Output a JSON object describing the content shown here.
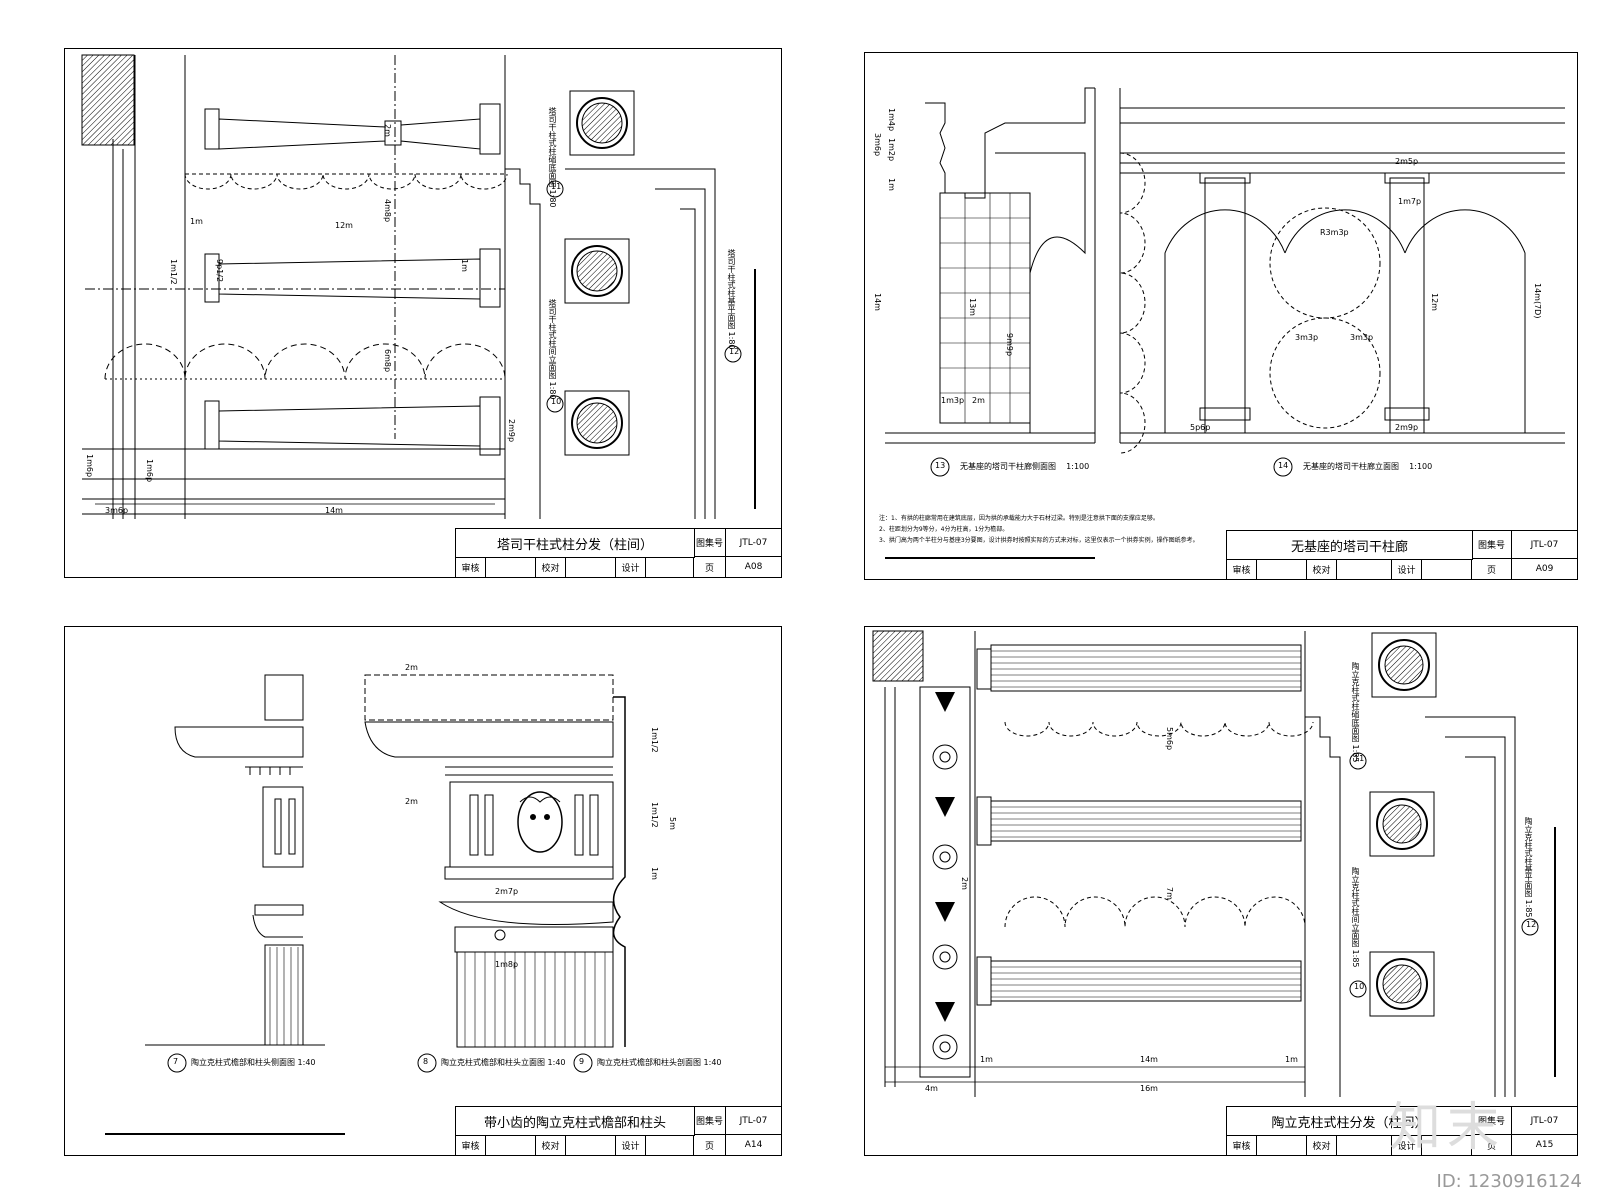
{
  "sheets": [
    {
      "title": "塔司干柱式柱分发（柱间）",
      "atlas_label": "图集号",
      "atlas_no": "JTL-07",
      "review": "审核",
      "check": "校对",
      "design": "设计",
      "page_label": "页",
      "page_no": "A08",
      "views": [
        {
          "num": "11",
          "label": "塔司干柱式柱础底面图",
          "scale": "1:80"
        },
        {
          "num": "10",
          "label": "塔司干柱式柱间立面图",
          "scale": "1:80"
        },
        {
          "num": "12",
          "label": "塔司干柱式柱基平面图",
          "scale": "1:80"
        }
      ],
      "dims": [
        "2m",
        "4m8p",
        "12m",
        "6m8p",
        "1m",
        "1m",
        "1m1/2",
        "9p1/2",
        "3m6p",
        "14m",
        "1m6p",
        "1m6p",
        "2m9p"
      ]
    },
    {
      "title": "无基座的塔司干柱廊",
      "atlas_label": "图集号",
      "atlas_no": "JTL-07",
      "review": "审核",
      "check": "校对",
      "design": "设计",
      "page_label": "页",
      "page_no": "A09",
      "views": [
        {
          "num": "13",
          "label": "无基座的塔司干柱廊侧面图",
          "scale": "1:100"
        },
        {
          "num": "14",
          "label": "无基座的塔司干柱廊立面图",
          "scale": "1:100"
        }
      ],
      "dims": [
        "3m6p",
        "1m4p",
        "1m2p",
        "1m",
        "14m",
        "13m",
        "9m9p",
        "1m3p",
        "2m",
        "2m5p",
        "1m7p",
        "R3m3p",
        "3m3p",
        "3m3p",
        "12m",
        "14m(7D)",
        "2m9p",
        "5p6p"
      ],
      "notes": [
        "注：1、有拱的柱廊常用在建筑底层，因为拱的承载能力大于石材过梁。特别是注意拱下面的支撑应足够。",
        "2、柱距划分为9等分，4分为柱高，1分为檐部。",
        "3、拱门高为两个半柱分与基座3分要图，设计拱券时按照实际的方式来对标，这里仅表示一个拱券实例，操作图纸参考。"
      ]
    },
    {
      "title": "带小齿的陶立克柱式檐部和柱头",
      "atlas_label": "图集号",
      "atlas_no": "JTL-07",
      "review": "审核",
      "check": "校对",
      "design": "设计",
      "page_label": "页",
      "page_no": "A14",
      "views": [
        {
          "num": "7",
          "label": "陶立克柱式檐部和柱头侧面图",
          "scale": "1:40"
        },
        {
          "num": "8",
          "label": "陶立克柱式檐部和柱头立面图",
          "scale": "1:40"
        },
        {
          "num": "9",
          "label": "陶立克柱式檐部和柱头剖面图",
          "scale": "1:40"
        }
      ],
      "dims": [
        "2m",
        "2m",
        "1m1/2",
        "1m1/2",
        "5m",
        "1m",
        "2m7p",
        "1m8p"
      ]
    },
    {
      "title": "陶立克柱式柱分发（柱间）",
      "atlas_label": "图集号",
      "atlas_no": "JTL-07",
      "review": "审核",
      "check": "校对",
      "design": "设计",
      "page_label": "页",
      "page_no": "A15",
      "views": [
        {
          "num": "11",
          "label": "陶立克柱式柱础底面图",
          "scale": "1:85"
        },
        {
          "num": "10",
          "label": "陶立克柱式柱间立面图",
          "scale": "1:85"
        },
        {
          "num": "12",
          "label": "陶立克柱式柱基平面图",
          "scale": "1:85"
        }
      ],
      "dims": [
        "5m6p",
        "7m",
        "2m",
        "1m",
        "14m",
        "16m",
        "4m",
        "1m"
      ]
    }
  ],
  "watermark": {
    "logo": "知末",
    "id": "ID: 1230916124"
  }
}
